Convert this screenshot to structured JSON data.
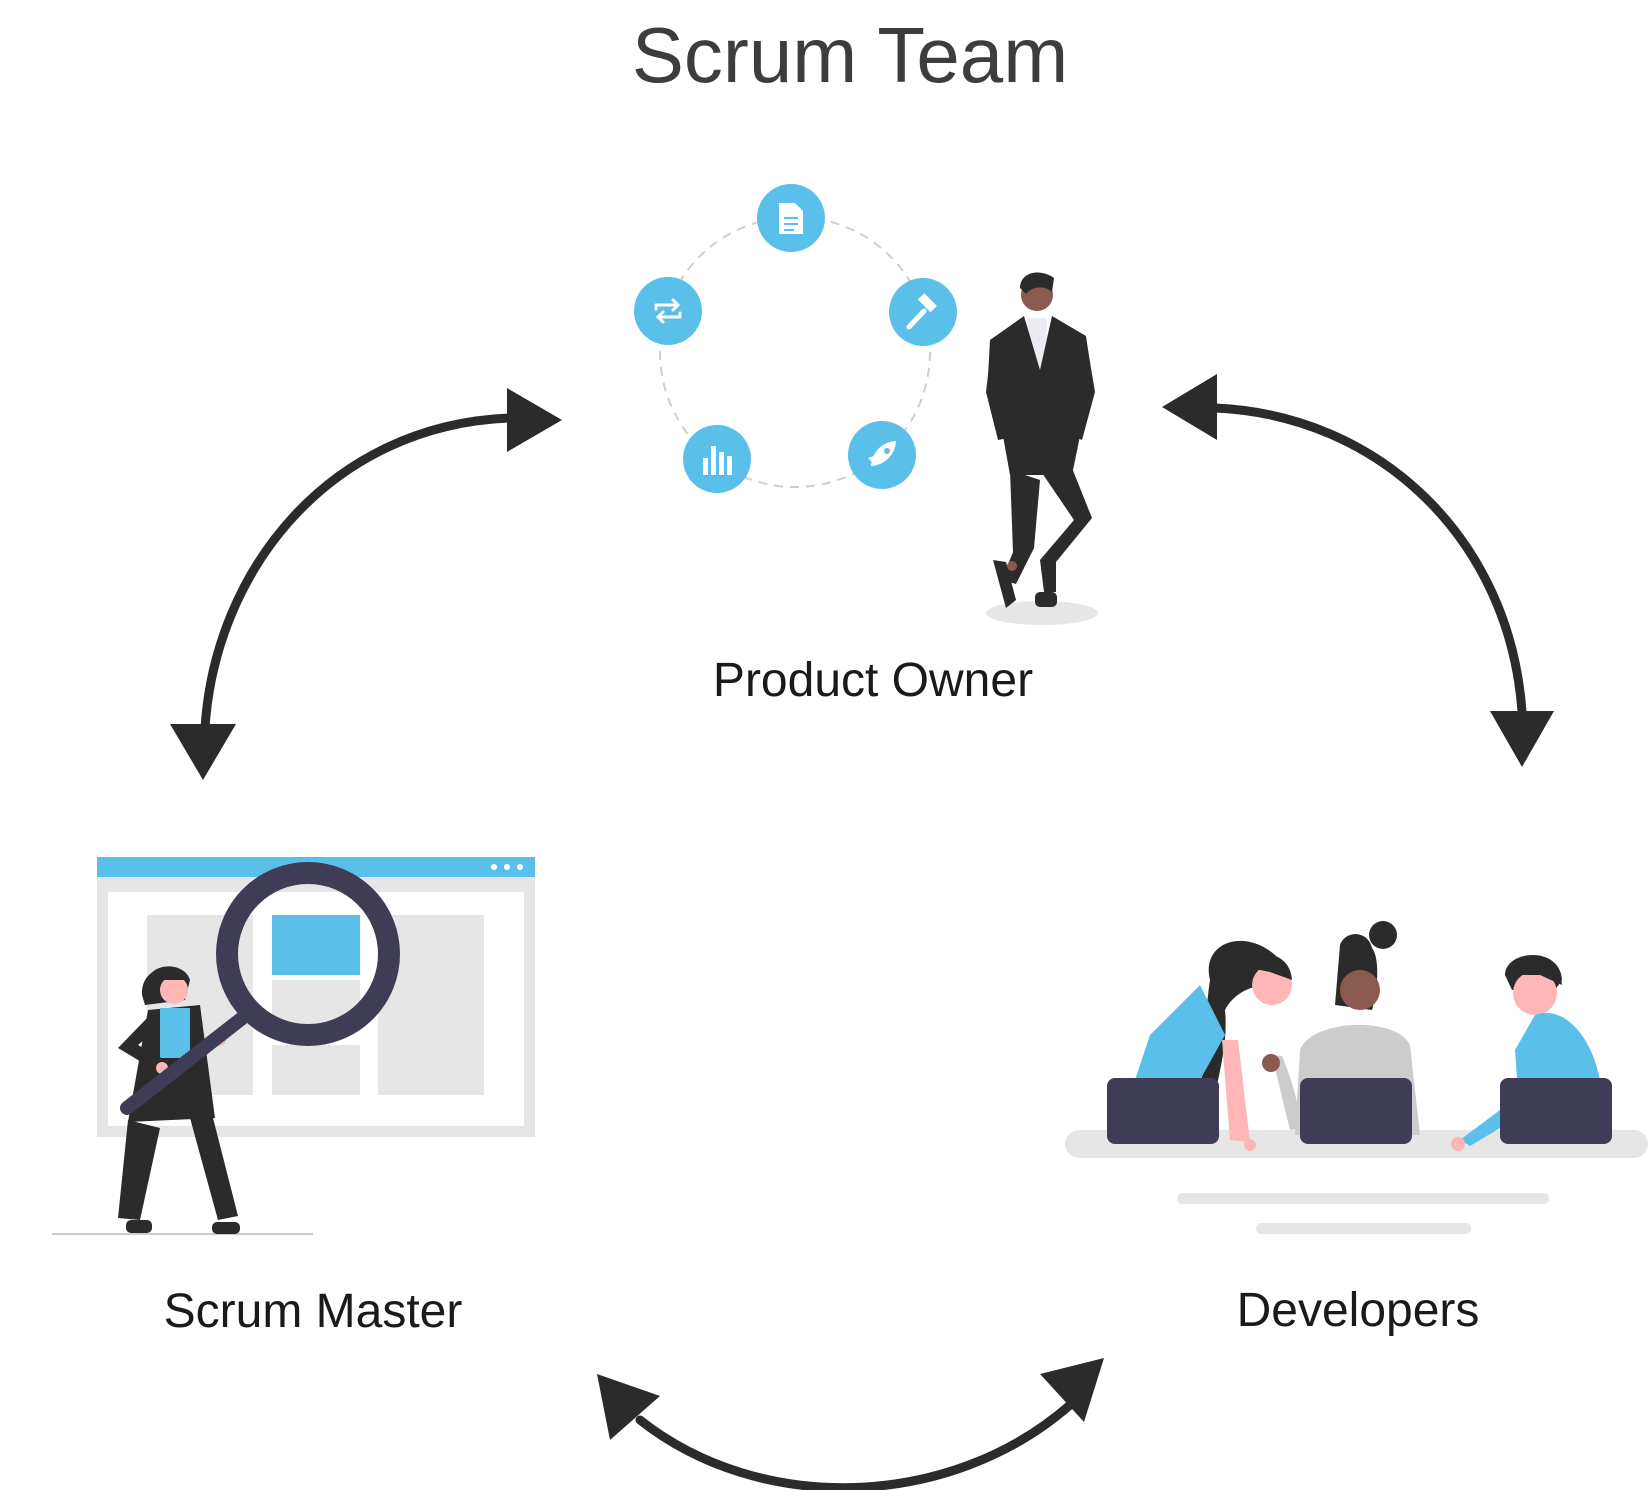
{
  "title": "Scrum Team",
  "roles": {
    "product_owner": "Product Owner",
    "scrum_master": "Scrum Master",
    "developers": "Developers"
  },
  "colors": {
    "accent": "#5bc0e9",
    "dark": "#2b2b2b",
    "laptop": "#3f3d56",
    "skin_light": "#ffb6b6",
    "skin_dark": "#8a5a4f",
    "gray": "#e6e6e6"
  },
  "product_owner_cycle_icons": [
    "document-icon",
    "hammer-icon",
    "rocket-icon",
    "bar-chart-icon",
    "repeat-icon"
  ]
}
